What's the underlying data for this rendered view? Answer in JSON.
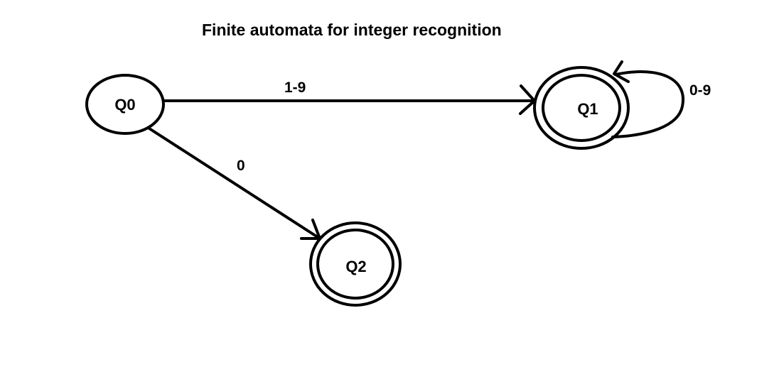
{
  "title": "Finite automata for integer recognition",
  "states": {
    "q0": {
      "label": "Q0"
    },
    "q1": {
      "label": "Q1"
    },
    "q2": {
      "label": "Q2"
    }
  },
  "transitions": {
    "q0_q1": {
      "label": "1-9"
    },
    "q0_q2": {
      "label": "0"
    },
    "q1_q1": {
      "label": "0-9"
    }
  },
  "colors": {
    "stroke": "#000000",
    "background": "#ffffff"
  }
}
